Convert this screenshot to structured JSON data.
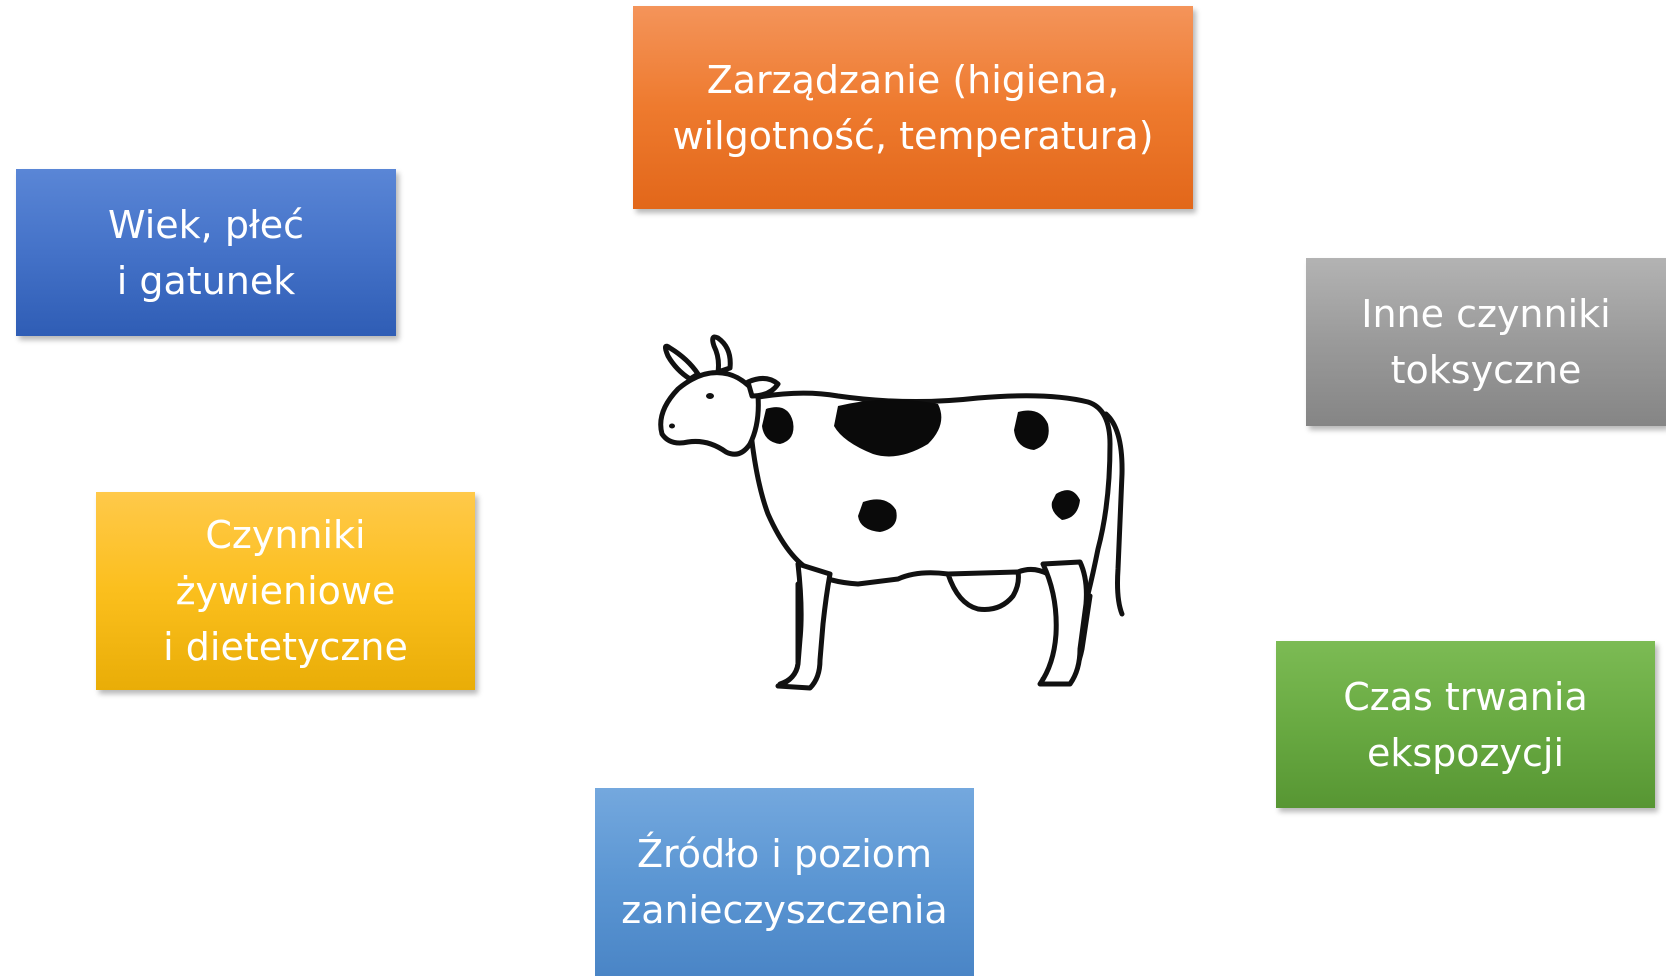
{
  "diagram": {
    "boxes": {
      "management": {
        "lines": [
          "Zarządzanie (higiena,",
          "wilgotność, temperatura)"
        ],
        "color": "#ee7a2e"
      },
      "age": {
        "lines": [
          "Wiek, płeć",
          "i gatunek"
        ],
        "color": "#4472c8"
      },
      "toxic": {
        "lines": [
          "Inne czynniki",
          "toksyczne"
        ],
        "color": "#9a9a9a"
      },
      "nutrition": {
        "lines": [
          "Czynniki",
          "żywieniowe",
          "i dietetyczne"
        ],
        "color": "#fbbf1d"
      },
      "duration": {
        "lines": [
          "Czas trwania",
          "ekspozycji"
        ],
        "color": "#69aa42"
      },
      "source": {
        "lines": [
          "Źródło i poziom",
          "zanieczyszczenia"
        ],
        "color": "#5b96d3"
      }
    },
    "center_image": "cow-illustration"
  }
}
